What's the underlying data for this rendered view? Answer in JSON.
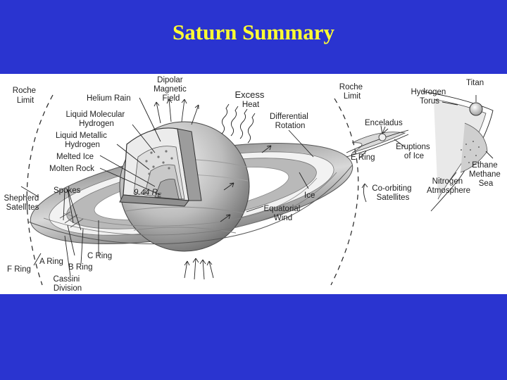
{
  "title": "Saturn Summary",
  "labels": {
    "roche_limit_left": [
      "Roche",
      "Limit"
    ],
    "helium_rain": "Helium Rain",
    "dipolar_field": [
      "Dipolar",
      "Magnetic",
      "Field"
    ],
    "excess_heat": [
      "Excess",
      "Heat"
    ],
    "differential_rotation": [
      "Differential",
      "Rotation"
    ],
    "liquid_molecular": [
      "Liquid Molecular",
      "Hydrogen"
    ],
    "liquid_metallic": [
      "Liquid Metallic",
      "Hydrogen"
    ],
    "melted_ice": "Melted Ice",
    "molten_rock": "Molten Rock",
    "spokes": "Spokes",
    "radius": "9.44 R",
    "radius_sub": "E",
    "shepherd": [
      "Shepherd",
      "Satellites"
    ],
    "ice": "Ice",
    "equatorial_wind": [
      "Equatorial",
      "Wind"
    ],
    "c_ring": "C Ring",
    "a_ring": "A Ring",
    "b_ring": "B Ring",
    "f_ring": "F Ring",
    "cassini": [
      "Cassini",
      "Division"
    ],
    "roche_limit_right": [
      "Roche",
      "Limit"
    ],
    "titan": "Titan",
    "hydrogen_torus": [
      "Hydrogen",
      "Torus"
    ],
    "enceladus": "Enceladus",
    "e_ring": "E Ring",
    "eruptions": [
      "Eruptions",
      "of Ice"
    ],
    "co_orbiting": [
      "Co-orbiting",
      "Satellites"
    ],
    "nitrogen": [
      "Nitrogen",
      "Atmosphere"
    ],
    "ethane": [
      "Ethane",
      "Methane",
      "Sea"
    ]
  }
}
